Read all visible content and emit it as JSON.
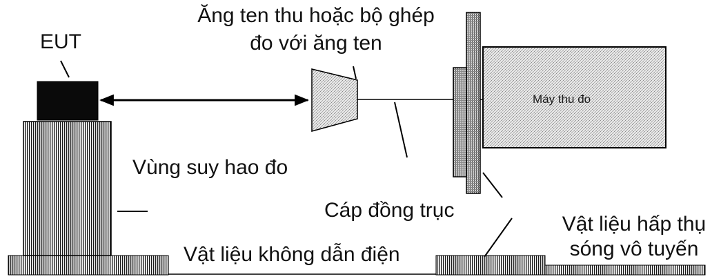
{
  "labels": {
    "eut": "EUT",
    "antenna_line1": "Ăng ten thu hoặc bộ ghép",
    "antenna_line2": "đo với ăng ten",
    "receiver": "Máy thu đo",
    "attenuation_zone": "Vùng suy hao đo",
    "coax_cable": "Cáp đồng trục",
    "absorber_line1": "Vật liệu hấp thụ",
    "absorber_line2": "sóng vô tuyến",
    "non_conductive": "Vật liệu không dẫn điện"
  },
  "colors": {
    "hatch_dark": "#1a1a1a",
    "hatch_light": "#f4f4f4",
    "eut_block": "#0a0a0a",
    "line": "#000000",
    "antenna_fill": "#cfcfcf"
  }
}
